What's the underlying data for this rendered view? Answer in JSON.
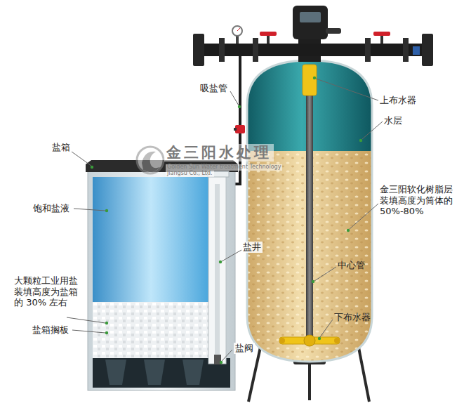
{
  "diagram": {
    "labels": [
      "吸盐管",
      "上布水器",
      "水层",
      "盐箱",
      "金三阳水处理",
      "Golden Sun Water treatment Technology",
      "Jiangsu Co., Ltd.",
      "金三阳软化树脂层 装填高度为筒体的 50%-80%",
      "饱和盐液",
      "盐井",
      "中心管",
      "大颗粒工业用盐 装填高度为盐箱 的 30% 左右",
      "下布水器",
      "盐箱搁板",
      "盐阀"
    ]
  }
}
